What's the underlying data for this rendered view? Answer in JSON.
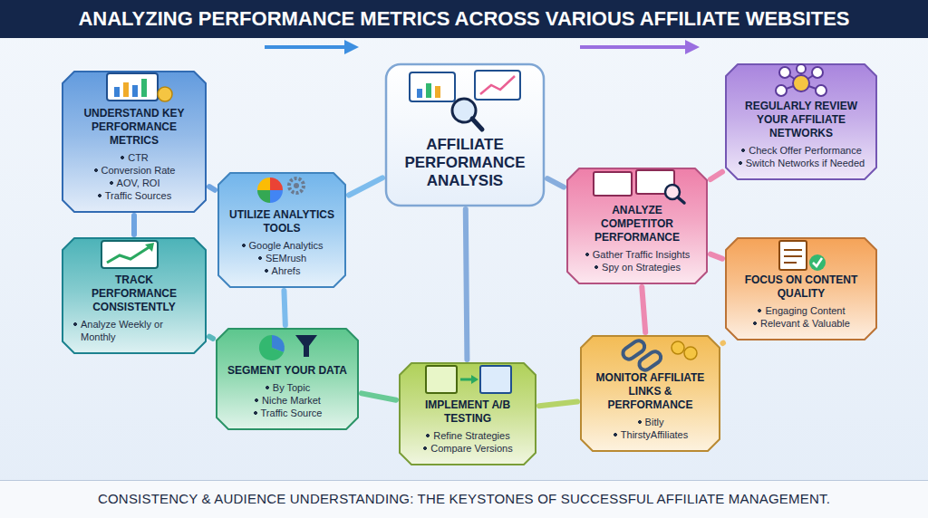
{
  "diagram": {
    "title": "ANALYZING PERFORMANCE METRICS ACROSS VARIOUS AFFILIATE WEBSITES",
    "caption": "CONSISTENCY & AUDIENCE UNDERSTANDING: THE KEYSTONES OF SUCCESSFUL AFFILIATE MANAGEMENT.",
    "nodes": [
      {
        "text": [
          "UNDERSTAND KEY PERFORMANCE METRICS",
          "CTR",
          "Conversion Rate",
          "AOV, ROI",
          "Traffic Sources"
        ]
      },
      {
        "text": [
          "UTILIZE ANALYTICS TOOLS",
          "Google Analytics",
          "SEMrush",
          "Ahrefs"
        ]
      },
      {
        "text": [
          "AFFILIATE PERFORMANCE ANALYSIS"
        ]
      },
      {
        "text": [
          "ANALYZE COMPETITOR PERFORMANCE",
          "Gather Traffic Insights",
          "Spy on Strategies"
        ]
      },
      {
        "text": [
          "REGULARLY REVIEW YOUR AFFILIATE NETWORKS",
          "Check Offer Performance",
          "Switch Networks if Needed"
        ]
      },
      {
        "text": [
          "TRACK PERFORMANCE CONSISTENTLY",
          "Analyze Weekly or Monthly"
        ]
      },
      {
        "text": [
          "SEGMENT YOUR DATA",
          "By Topic",
          "Niche Market",
          "Traffic Source"
        ]
      },
      {
        "text": [
          "IMPLEMENT A/B TESTING",
          "Refine Strategies",
          "Compare Versions"
        ]
      },
      {
        "text": [
          "MONITOR AFFILIATE LINKS & PERFORMANCE",
          "Bitly",
          "ThirstyAffiliates"
        ]
      },
      {
        "text": [
          "FOCUS ON CONTENT QUALITY",
          "Engaging Content",
          "Relevant & Valuable"
        ]
      }
    ],
    "edges": [
      {
        "from": 0,
        "to": 1,
        "arrow": "none"
      },
      {
        "from": 0,
        "to": 5,
        "arrow": "none"
      },
      {
        "from": 1,
        "to": 2,
        "arrow": "none"
      },
      {
        "from": 5,
        "to": 6,
        "arrow": "none"
      },
      {
        "from": 1,
        "to": 6,
        "arrow": "none"
      },
      {
        "from": 6,
        "to": 7,
        "arrow": "none"
      },
      {
        "from": 2,
        "to": 7,
        "arrow": "none"
      },
      {
        "from": 7,
        "to": 8,
        "arrow": "none"
      },
      {
        "from": 2,
        "to": 3,
        "arrow": "none"
      },
      {
        "from": 3,
        "to": 4,
        "arrow": "none"
      },
      {
        "from": 3,
        "to": 8,
        "arrow": "none"
      },
      {
        "from": 8,
        "to": 9,
        "arrow": "none"
      },
      {
        "from": 3,
        "to": 9,
        "arrow": "none"
      }
    ]
  }
}
